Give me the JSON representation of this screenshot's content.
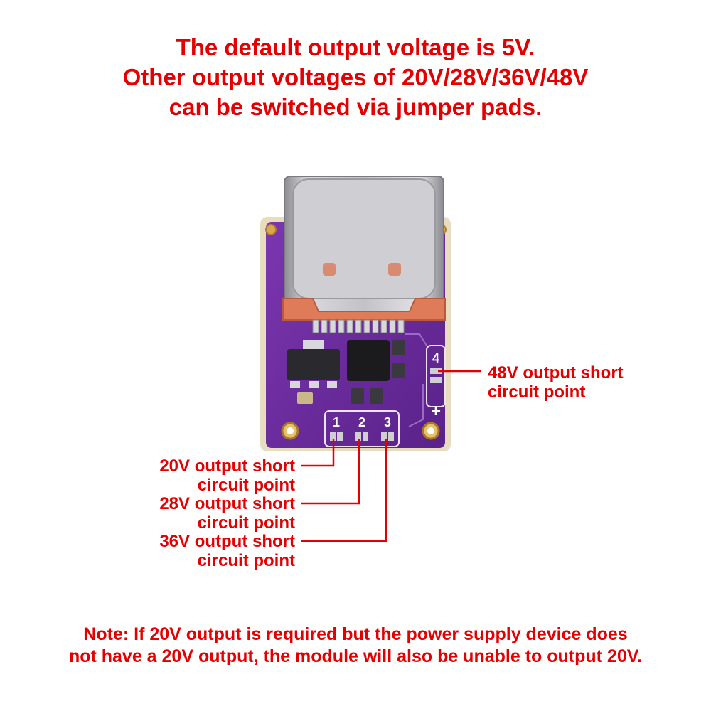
{
  "header": {
    "line1": "The default output voltage is 5V.",
    "line2": "Other output voltages of 20V/28V/36V/48V",
    "line3": "can be switched via jumper pads."
  },
  "labels": {
    "v48_line1": "48V output short",
    "v48_line2": "circuit point",
    "v20_line1": "20V output short",
    "v20_line2": "circuit point",
    "v28_line1": "28V output short",
    "v28_line2": "circuit point",
    "v36_line1": "36V output short",
    "v36_line2": "circuit point"
  },
  "board": {
    "pad_numbers": [
      "1",
      "2",
      "3"
    ],
    "side_pad_number": "4",
    "plus_sign": "+"
  },
  "note": {
    "line1": "Note: If 20V output is required but the power supply device does",
    "line2": "not have a 20V output, the module will also be unable to output 20V."
  },
  "colors": {
    "text": "#e40000",
    "board": "#6a2a9c",
    "connector": "#b9b9bd",
    "copper": "#e07b5a"
  }
}
